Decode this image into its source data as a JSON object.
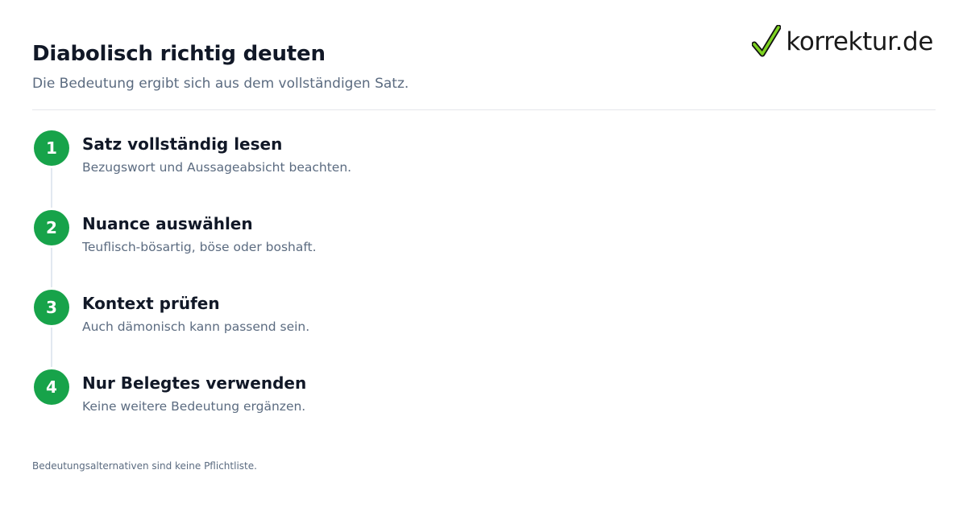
{
  "header": {
    "title": "Diabolisch richtig deuten",
    "subtitle": "Die Bedeutung ergibt sich aus dem vollständigen Satz."
  },
  "logo": {
    "text": "korrektur.de",
    "icon": "checkmark-icon",
    "check_color": "#7ed321"
  },
  "steps": [
    {
      "number": "1",
      "title": "Satz vollständig lesen",
      "description": "Bezugswort und Aussageabsicht beachten."
    },
    {
      "number": "2",
      "title": "Nuance auswählen",
      "description": "Teuflisch-bösartig, böse oder boshaft."
    },
    {
      "number": "3",
      "title": "Kontext prüfen",
      "description": "Auch dämonisch kann passend sein."
    },
    {
      "number": "4",
      "title": "Nur Belegtes verwenden",
      "description": "Keine weitere Bedeutung ergänzen."
    }
  ],
  "footnote": "Bedeutungsalternativen sind keine Pflichtliste.",
  "colors": {
    "accent_green": "#17a34a",
    "heading": "#111827",
    "muted_text": "#5b6b80",
    "divider": "#e5e7eb"
  }
}
